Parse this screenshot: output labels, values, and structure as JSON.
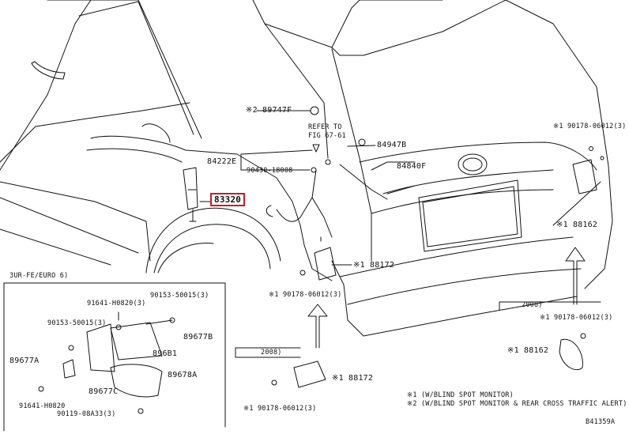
{
  "colors": {
    "highlight": "#c0202c",
    "line": "#111111"
  },
  "labels": {
    "p89747F": "※2 89747F",
    "refer": "REFER TO",
    "fig": "FIG 67-61",
    "p84947B": "84947B",
    "p84222E": "84222E",
    "p90430": "90430-18008",
    "p84840F": "84840F",
    "p83320": "83320",
    "p90178_top": "※1 90178-06012(3)",
    "p88162_top": "※1 88162",
    "p88172_mid": "※1 88172",
    "p90178_mid": "※1 90178-06012(3)",
    "p2008_a": "2008)",
    "p2008_b": "2008)",
    "p90178_r": "※1 90178-06012(3)",
    "p88162_r": "※1 88162",
    "p88172_bot": "※1 88172",
    "p90178_bot": "※1 90178-06012(3)",
    "inset_title": "3UR-FE/EURO 6)",
    "i91641_top": "91641-H0820(3)",
    "i90153_top": "90153-50015(3)",
    "i90153_left": "90153-50015(3)",
    "i89677B": "89677B",
    "i89677A": "89677A",
    "i896B1": "896B1",
    "i89678A": "89678A",
    "i89677C": "89677C",
    "i91641_bot": "91641-H0820",
    "i90119": "90119-08A33(3)",
    "note1": "※1 (W/BLIND SPOT MONITOR)",
    "note2": "※2 (W/BLIND SPOT MONITOR & REAR CROSS TRAFFIC ALERT)",
    "code": "B41359A"
  }
}
